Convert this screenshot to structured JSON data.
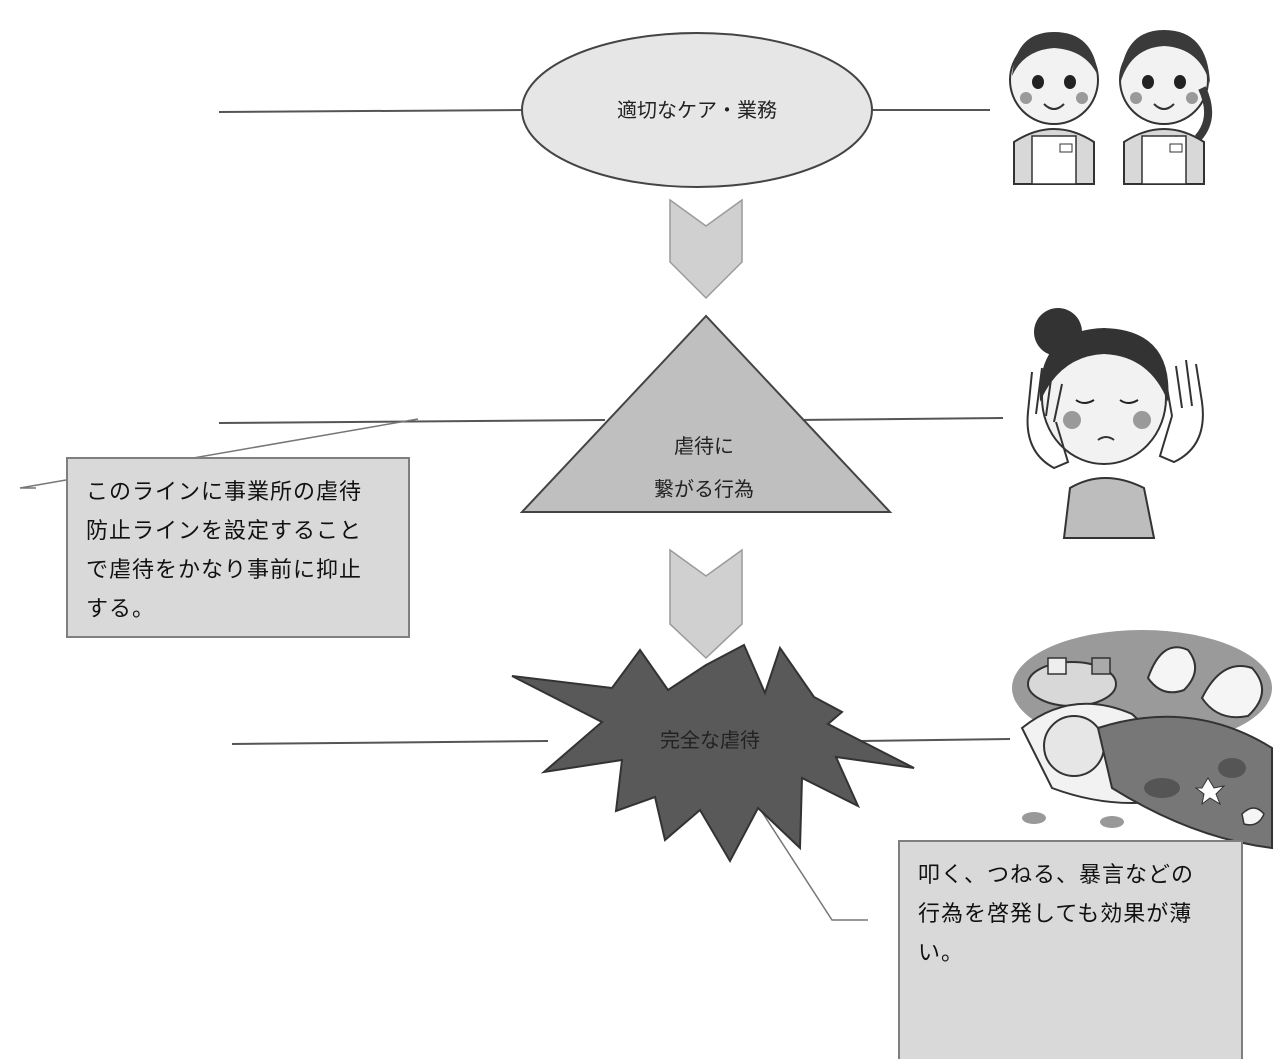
{
  "nodes": {
    "top": "適切なケア・業務",
    "middle_line1": "虐待に",
    "middle_line2": "繋がる行為",
    "bottom": "完全な虐待"
  },
  "callouts": {
    "left": "このラインに事業所の虐待\n防止ラインを設定すること\nで虐待をかなり事前に抑止\nする。",
    "right": "叩く、つねる、暴言などの\n行為を啓発しても効果が薄\nい。"
  },
  "illustrations": {
    "top": "caregivers-illustration",
    "middle": "troubled-woman-illustration",
    "bottom": "neglected-elderly-illustration"
  },
  "colors": {
    "ellipse_fill": "#e6e6e6",
    "triangle_fill": "#bfbfbf",
    "star_fill": "#595959",
    "arrow_fill": "#d0d0d0",
    "callout_fill": "#d9d9d9"
  }
}
